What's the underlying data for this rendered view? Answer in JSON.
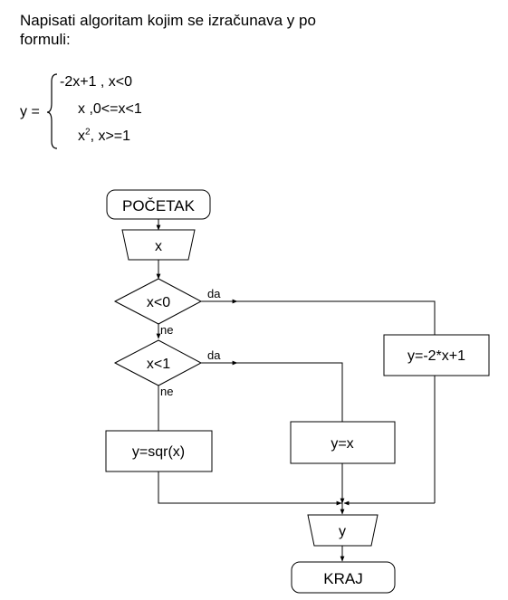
{
  "task": {
    "line1": "Napisati algoritam kojim se izračunava y po",
    "line2": "formuli:"
  },
  "formula": {
    "lhs": "y =",
    "case1": "-2x+1 , x<0",
    "case2": "x  ,0<=x<1",
    "case3_base": "x",
    "case3_exp": "2",
    "case3_rest": ", x>=1"
  },
  "flowchart": {
    "start": "POČETAK",
    "input": "x",
    "decision1": "x<0",
    "decision2": "x<1",
    "yes_label_1": "da",
    "no_label_1": "ne",
    "yes_label_2": "da",
    "no_label_2": "ne",
    "process_neg": "y=-2*x+1",
    "process_sqr": "y=sqr(x)",
    "process_id": "y=x",
    "output": "y",
    "end": "KRAJ"
  }
}
